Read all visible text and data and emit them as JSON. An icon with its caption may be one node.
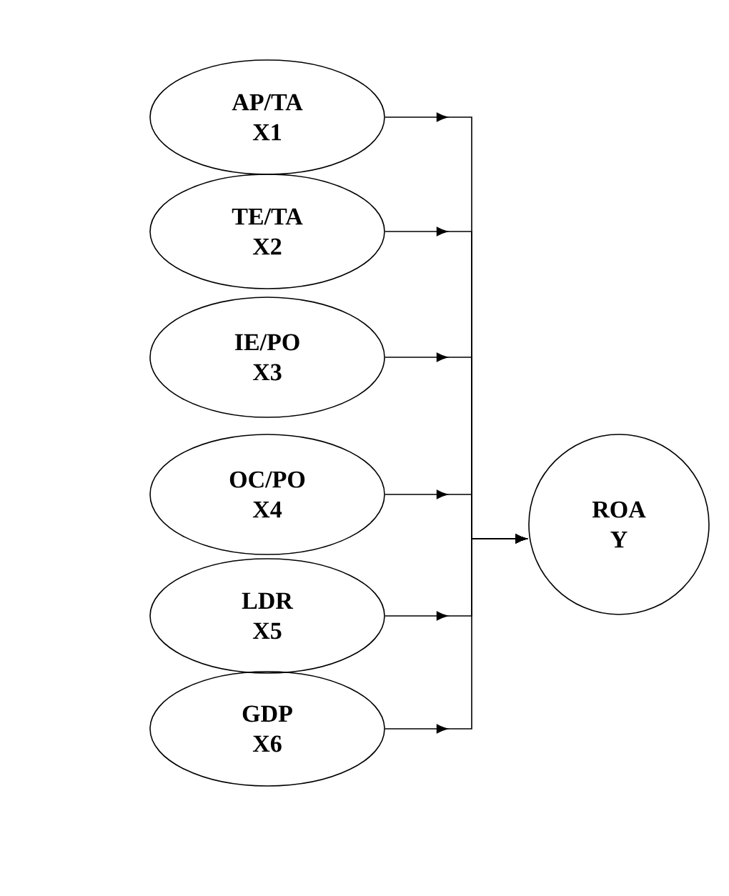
{
  "diagram": {
    "nodes": [
      {
        "text": [
          "AP/TA",
          "X1"
        ]
      },
      {
        "text": [
          "TE/TA",
          "X2"
        ]
      },
      {
        "text": [
          "IE/PO",
          "X3"
        ]
      },
      {
        "text": [
          "OC/PO",
          "X4"
        ]
      },
      {
        "text": [
          "LDR",
          "X5"
        ]
      },
      {
        "text": [
          "GDP",
          "X6"
        ]
      },
      {
        "text": [
          "ROA",
          "Y"
        ]
      }
    ],
    "edges": [
      {
        "from": 0,
        "to": 6,
        "arrow": "to"
      },
      {
        "from": 1,
        "to": 6,
        "arrow": "to"
      },
      {
        "from": 2,
        "to": 6,
        "arrow": "to"
      },
      {
        "from": 3,
        "to": 6,
        "arrow": "to"
      },
      {
        "from": 4,
        "to": 6,
        "arrow": "to"
      },
      {
        "from": 5,
        "to": 6,
        "arrow": "to"
      }
    ]
  }
}
